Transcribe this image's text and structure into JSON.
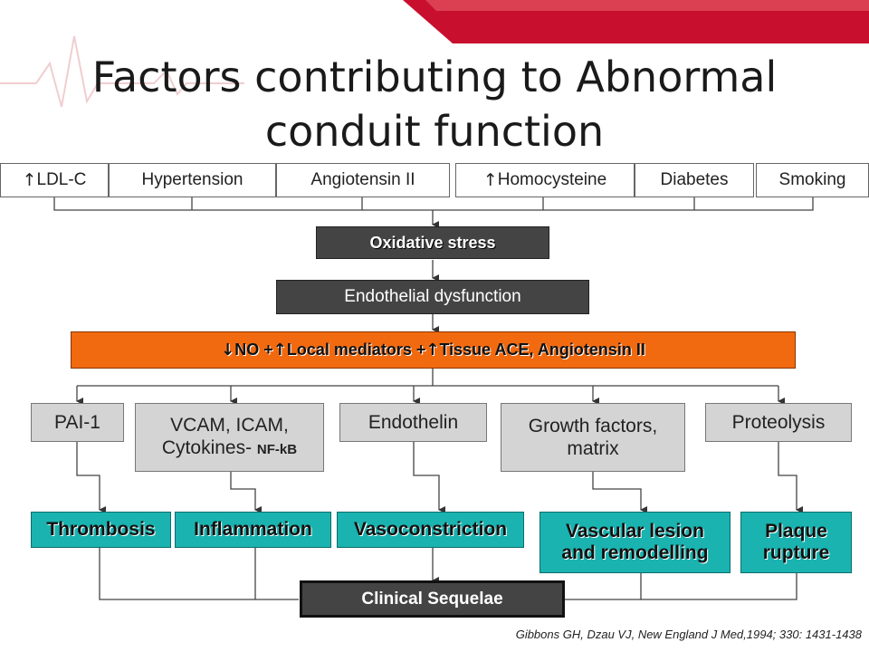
{
  "slide": {
    "title": "Factors contributing to Abnormal conduit  function",
    "risk_factors": {
      "ldl": "LDL-C",
      "hypertension": "Hypertension",
      "angiotensin": "Angiotensin II",
      "homocysteine": "Homocysteine",
      "diabetes": "Diabetes",
      "smoking": "Smoking"
    },
    "oxidative_stress": "Oxidative stress",
    "endothelial_dysfunction": "Endothelial dysfunction",
    "mediators": {
      "part1": " NO + ",
      "part2": " Local mediators + ",
      "part3": " Tissue ACE, Angiotensin II"
    },
    "mediator_effects": {
      "pai1": "PAI-1",
      "vcam_line1": "VCAM, ICAM,",
      "vcam_line2": "Cytokines- ",
      "vcam_nfkb": "NF-kB",
      "endothelin": "Endothelin",
      "growth_line1": "Growth factors,",
      "growth_line2": "matrix",
      "proteolysis": "Proteolysis"
    },
    "outcomes": {
      "thrombosis": "Thrombosis",
      "inflammation": "Inflammation",
      "vasoconstriction": "Vasoconstriction",
      "vascular_line1": "Vascular lesion",
      "vascular_line2": "and remodelling",
      "plaque_line1": "Plaque",
      "plaque_line2": "rupture"
    },
    "clinical_sequelae": "Clinical Sequelae",
    "citation": "Gibbons GH, Dzau VJ, New England J Med,1994; 330: 1431-1438"
  },
  "icons": {
    "up_arrow": "↑",
    "down_arrow": "↓"
  },
  "colors": {
    "accent_red": "#c8102e",
    "orange": "#f26a10",
    "teal": "#1ab3b0",
    "dark_box": "#444444",
    "grey_box": "#d4d4d4"
  }
}
